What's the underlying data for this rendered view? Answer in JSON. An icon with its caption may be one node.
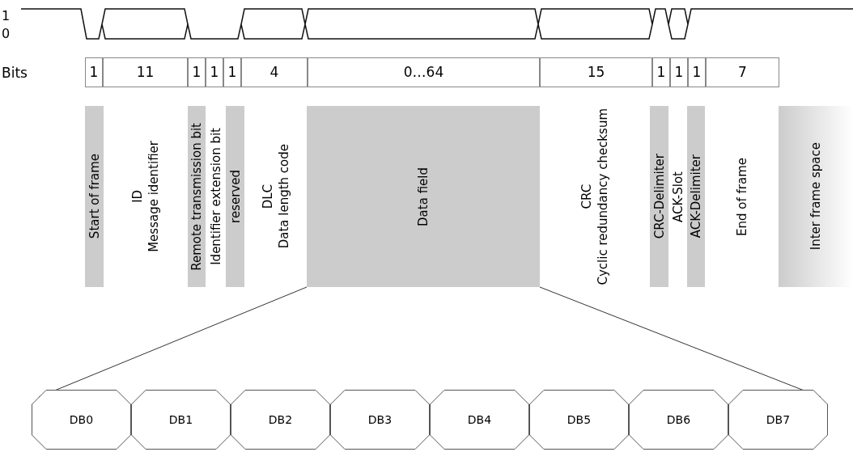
{
  "diagram": {
    "nodes": [
      {
        "text": [
          "1"
        ]
      },
      {
        "text": [
          "11"
        ]
      },
      {
        "text": [
          "1"
        ]
      },
      {
        "text": [
          "1"
        ]
      },
      {
        "text": [
          "1"
        ]
      },
      {
        "text": [
          "4"
        ]
      },
      {
        "text": [
          "0…64"
        ]
      },
      {
        "text": [
          "15"
        ]
      },
      {
        "text": [
          "1"
        ]
      },
      {
        "text": [
          "1"
        ]
      },
      {
        "text": [
          "1"
        ]
      },
      {
        "text": [
          "7"
        ]
      },
      {
        "text": [
          "Start of frame"
        ]
      },
      {
        "text": [
          "ID",
          "Message identifier"
        ]
      },
      {
        "text": [
          "Remote transmission bit"
        ]
      },
      {
        "text": [
          "Identifier extension bit"
        ]
      },
      {
        "text": [
          "reserved"
        ]
      },
      {
        "text": [
          "DLC",
          "Data length code"
        ]
      },
      {
        "text": [
          "Data field"
        ]
      },
      {
        "text": [
          "CRC",
          "Cyclic redundancy checksum"
        ]
      },
      {
        "text": [
          "CRC-Delimiter"
        ]
      },
      {
        "text": [
          "ACK-Slot"
        ]
      },
      {
        "text": [
          "ACK-Delimiter"
        ]
      },
      {
        "text": [
          "End of frame"
        ]
      },
      {
        "text": [
          "Inter frame space"
        ]
      },
      {
        "text": [
          "DB0"
        ]
      },
      {
        "text": [
          "DB1"
        ]
      },
      {
        "text": [
          "DB2"
        ]
      },
      {
        "text": [
          "DB3"
        ]
      },
      {
        "text": [
          "DB4"
        ]
      },
      {
        "text": [
          "DB5"
        ]
      },
      {
        "text": [
          "DB6"
        ]
      },
      {
        "text": [
          "DB7"
        ]
      }
    ],
    "edges": [
      {
        "from": 18,
        "to": 25,
        "arrow": "none"
      },
      {
        "from": 18,
        "to": 32,
        "arrow": "none"
      }
    ],
    "labels": [
      "1",
      "0",
      "Bits"
    ]
  }
}
